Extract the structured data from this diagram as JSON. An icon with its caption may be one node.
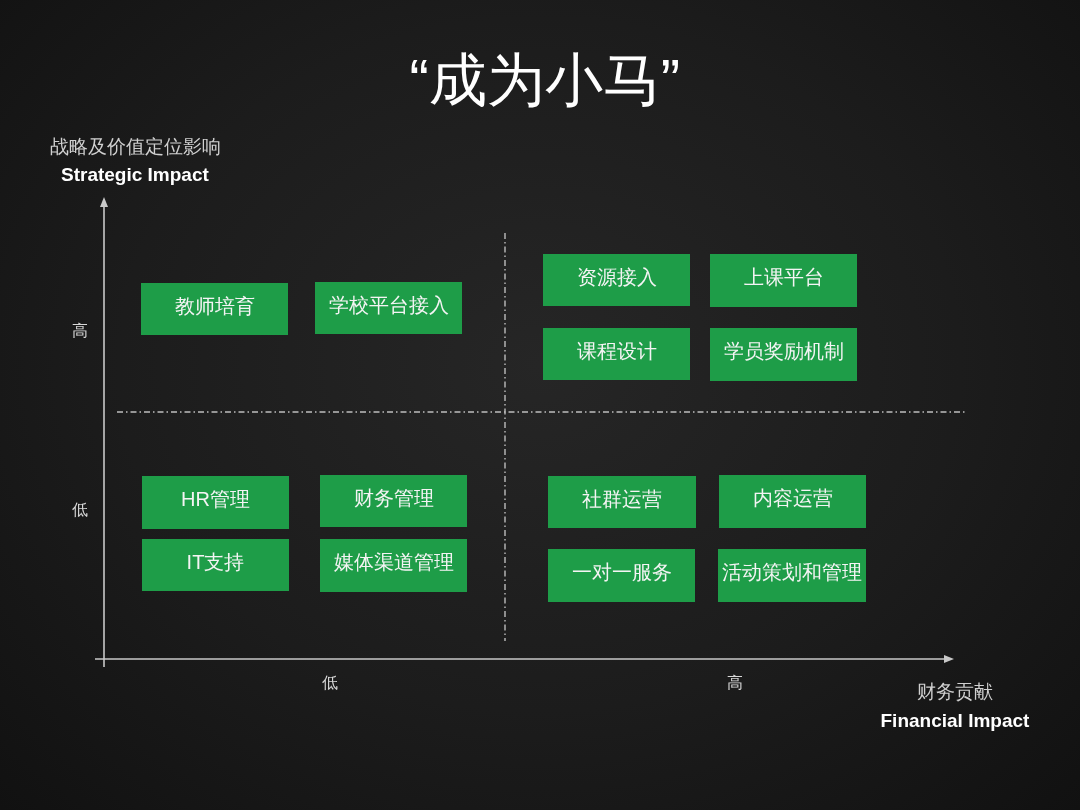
{
  "diagram": {
    "title": "“成为小马”",
    "nodes": [
      {
        "text": [
          "教师培育"
        ]
      },
      {
        "text": [
          "学校平台接入"
        ]
      },
      {
        "text": [
          "资源接入"
        ]
      },
      {
        "text": [
          "上课平台"
        ]
      },
      {
        "text": [
          "课程设计"
        ]
      },
      {
        "text": [
          "学员奖励机制"
        ]
      },
      {
        "text": [
          "HR管理"
        ]
      },
      {
        "text": [
          "财务管理"
        ]
      },
      {
        "text": [
          "IT支持"
        ]
      },
      {
        "text": [
          "媒体渠道管理"
        ]
      },
      {
        "text": [
          "社群运营"
        ]
      },
      {
        "text": [
          "内容运营"
        ]
      },
      {
        "text": [
          "一对一服务"
        ]
      },
      {
        "text": [
          "活动策划和管理"
        ]
      }
    ],
    "labels": [
      "战略及价值定位影响",
      "Strategic Impact",
      "高",
      "低",
      "低",
      "高",
      "财务贡献",
      "Financial Impact"
    ]
  }
}
